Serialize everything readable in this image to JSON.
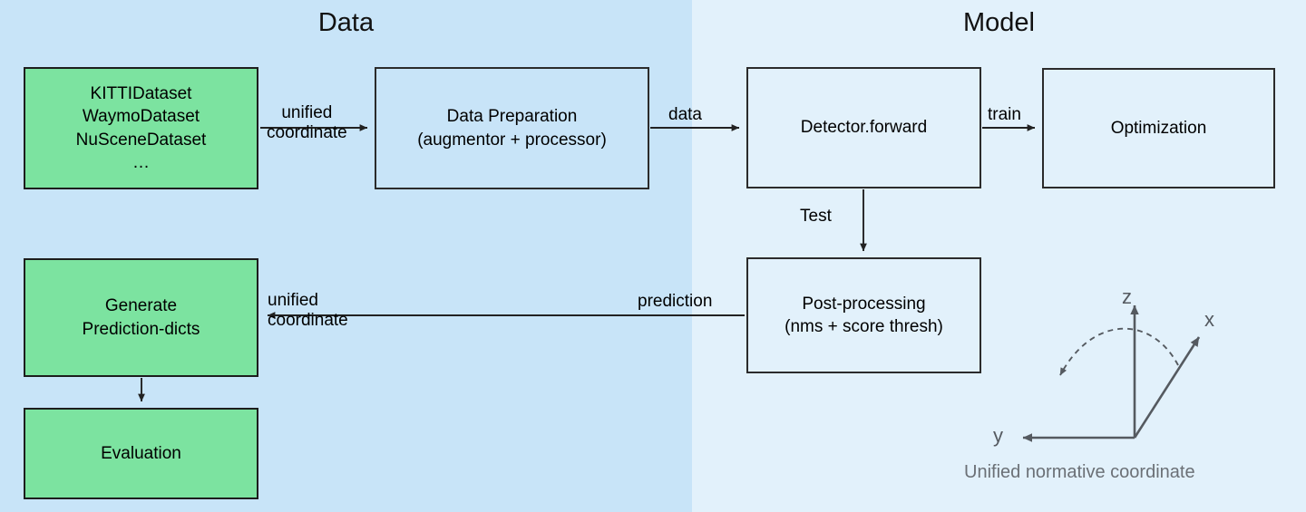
{
  "panels": {
    "data": {
      "title": "Data",
      "bg": "#c8e4f8"
    },
    "model": {
      "title": "Model",
      "bg": "#e2f1fb"
    }
  },
  "colors": {
    "green_node": "#7ce3a0",
    "node_border": "#1d1d1d",
    "plain_border": "#2b2b2b",
    "arrow": "#222222",
    "coord_axis": "#555a60",
    "coord_caption": "#6b7076"
  },
  "nodes": {
    "datasets": {
      "label": "KITTIDataset\nWaymoDataset\nNuSceneDataset\n…"
    },
    "data_preparation": {
      "label": "Data Preparation\n(augmentor + processor)"
    },
    "detector_forward": {
      "label": "Detector.forward"
    },
    "optimization": {
      "label": "Optimization"
    },
    "post_processing": {
      "label": "Post-processing\n(nms + score thresh)"
    },
    "generate_prediction_dicts": {
      "label": "Generate\nPrediction-dicts"
    },
    "evaluation": {
      "label": "Evaluation"
    }
  },
  "edges": {
    "unified_coordinate_top": {
      "line1": "unified",
      "line2": "coordinate"
    },
    "data": {
      "label": "data"
    },
    "train": {
      "label": "train"
    },
    "test": {
      "label": "Test"
    },
    "prediction": {
      "label": "prediction"
    },
    "unified_coordinate_bottom": {
      "line1": "unified",
      "line2": "coordinate"
    }
  },
  "coordinate_system": {
    "axis_x": "x",
    "axis_y": "y",
    "axis_z": "z",
    "caption": "Unified normative coordinate"
  }
}
